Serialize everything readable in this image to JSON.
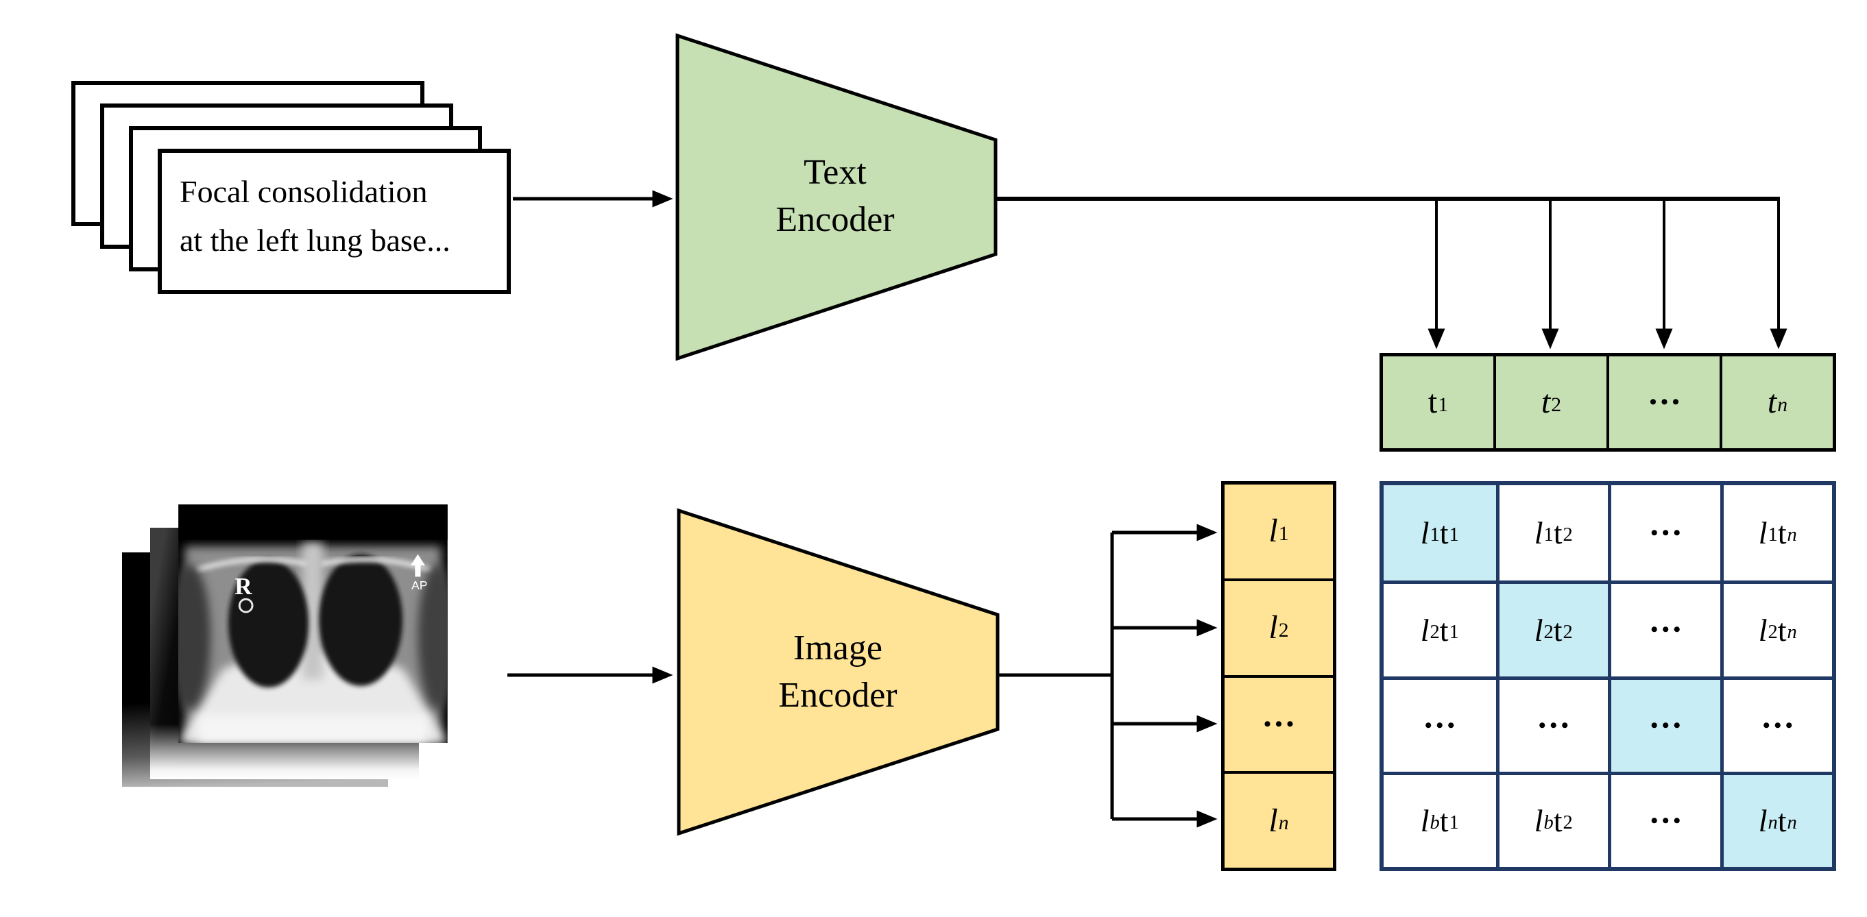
{
  "colors": {
    "encoder_green": "#C6E0B4",
    "embedding_yellow": "#FFE498",
    "diagonal_cyan": "#C9EDF5",
    "matrix_border_navy": "#1F3864",
    "line_black": "#000000"
  },
  "document_stack": {
    "line1": "Focal consolidation",
    "line2": "at the left lung base..."
  },
  "text_encoder": {
    "line1": "Text",
    "line2": "Encoder"
  },
  "image_encoder": {
    "line1": "Image",
    "line2": "Encoder"
  },
  "xray": {
    "marker_r": "R",
    "marker_ap": "AP"
  },
  "t_row": {
    "cells": [
      {
        "parts": [
          [
            "t",
            0,
            "1",
            0
          ]
        ]
      },
      {
        "parts": [
          [
            "t",
            1,
            "2",
            0
          ]
        ]
      },
      {
        "parts": [
          [
            "•••"
          ]
        ]
      },
      {
        "parts": [
          [
            "t",
            1,
            "n",
            1
          ]
        ]
      }
    ]
  },
  "l_column": {
    "cells": [
      {
        "parts": [
          [
            "l",
            1,
            "1",
            0
          ]
        ]
      },
      {
        "parts": [
          [
            "l",
            1,
            "2",
            0
          ]
        ]
      },
      {
        "parts": [
          [
            "•••"
          ]
        ]
      },
      {
        "parts": [
          [
            "l",
            1,
            "n",
            1
          ]
        ]
      }
    ]
  },
  "matrix": {
    "rows": [
      [
        {
          "parts": [
            [
              "l",
              1,
              "1",
              0
            ],
            [
              "t",
              0,
              "1",
              0
            ]
          ],
          "highlight": true
        },
        {
          "parts": [
            [
              "l",
              1,
              "1",
              0
            ],
            [
              "t",
              0,
              "2",
              0
            ]
          ]
        },
        {
          "parts": [
            [
              "•••"
            ]
          ]
        },
        {
          "parts": [
            [
              "l",
              1,
              "1",
              0
            ],
            [
              "t",
              0,
              "n",
              1
            ]
          ]
        }
      ],
      [
        {
          "parts": [
            [
              "l",
              1,
              "2",
              0
            ],
            [
              "t",
              0,
              "1",
              0
            ]
          ]
        },
        {
          "parts": [
            [
              "l",
              1,
              "2",
              0
            ],
            [
              "t",
              0,
              "2",
              0
            ]
          ],
          "highlight": true
        },
        {
          "parts": [
            [
              "•••"
            ]
          ]
        },
        {
          "parts": [
            [
              "l",
              1,
              "2",
              0
            ],
            [
              "t",
              0,
              "n",
              1
            ]
          ]
        }
      ],
      [
        {
          "parts": [
            [
              "•••"
            ]
          ]
        },
        {
          "parts": [
            [
              "•••"
            ]
          ]
        },
        {
          "parts": [
            [
              "•••"
            ]
          ],
          "highlight": true
        },
        {
          "parts": [
            [
              "•••"
            ]
          ]
        }
      ],
      [
        {
          "parts": [
            [
              "l",
              1,
              "b",
              1
            ],
            [
              "t",
              0,
              "1",
              0
            ]
          ]
        },
        {
          "parts": [
            [
              "l",
              1,
              "b",
              1
            ],
            [
              "t",
              0,
              "2",
              0
            ]
          ]
        },
        {
          "parts": [
            [
              "•••"
            ]
          ]
        },
        {
          "parts": [
            [
              "l",
              1,
              "n",
              1
            ],
            [
              "t",
              0,
              "n",
              1
            ]
          ],
          "highlight": true
        }
      ]
    ]
  }
}
